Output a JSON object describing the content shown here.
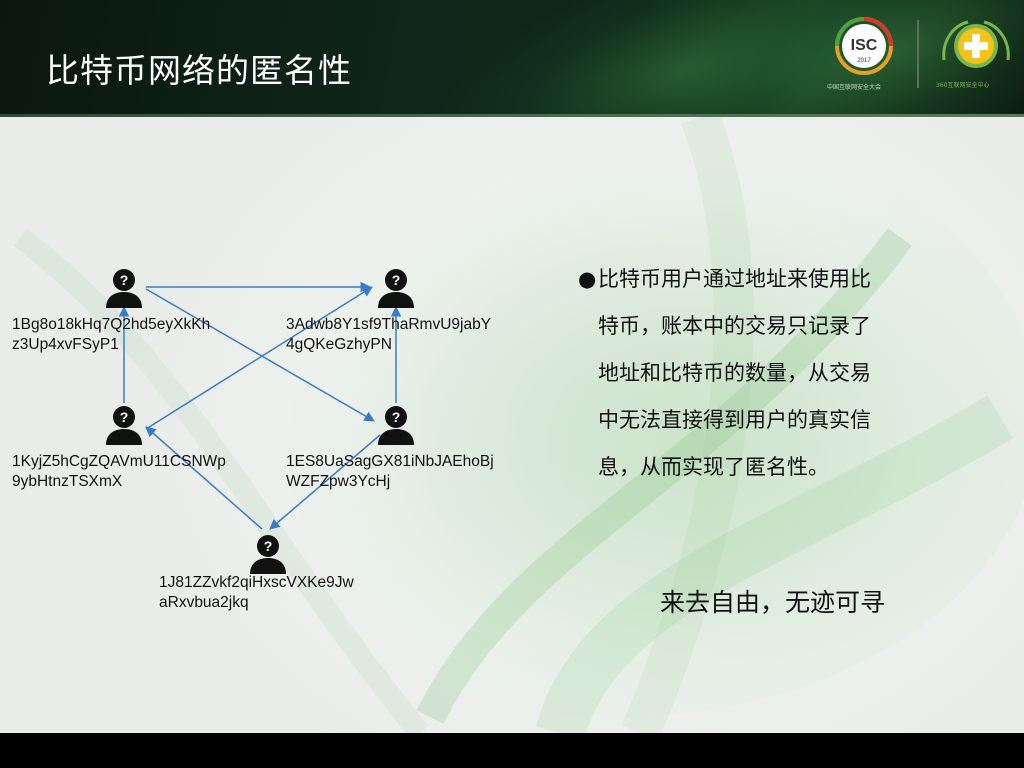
{
  "slide": {
    "title": "比特币网络的匿名性",
    "accent_color": "#3a7bc8",
    "header_color": "#0e2617"
  },
  "logos": {
    "isc": {
      "text": "ISC",
      "year": "2017",
      "subtitle": "中国互联网安全大会",
      "icon": "isc-ring-logo"
    },
    "security_center": {
      "subtitle": "360互联网安全中心",
      "icon": "360-plus-logo"
    }
  },
  "network": {
    "nodes": [
      {
        "id": "n1",
        "icon": "anonymous-user-icon",
        "address_line1": "1Bg8o18kHq7Q2hd5eyXkKh",
        "address_line2": "z3Up4xvFSyP1"
      },
      {
        "id": "n2",
        "icon": "anonymous-user-icon",
        "address_line1": "3Adwb8Y1sf9ThaRmvU9jabY",
        "address_line2": "4gQKeGzhyPN"
      },
      {
        "id": "n3",
        "icon": "anonymous-user-icon",
        "address_line1": "1KyjZ5hCgZQAVmU11CSNWp",
        "address_line2": "9ybHtnzTSXmX"
      },
      {
        "id": "n4",
        "icon": "anonymous-user-icon",
        "address_line1": "1ES8UaSagGX81iNbJAEhoBj",
        "address_line2": "WZFZpw3YcHj"
      },
      {
        "id": "n5",
        "icon": "anonymous-user-icon",
        "address_line1": "1J81ZZvkf2qiHxscVXKe9Jw",
        "address_line2": "aRxvbua2jkq"
      }
    ]
  },
  "description": {
    "bullet": "●",
    "lines": [
      "比特币用户通过地址来使用比",
      "特币，账本中的交易只记录了",
      "地址和比特币的数量，从交易",
      "中无法直接得到用户的真实信",
      "息，从而实现了匿名性。"
    ]
  },
  "slogan": "来去自由，无迹可寻"
}
